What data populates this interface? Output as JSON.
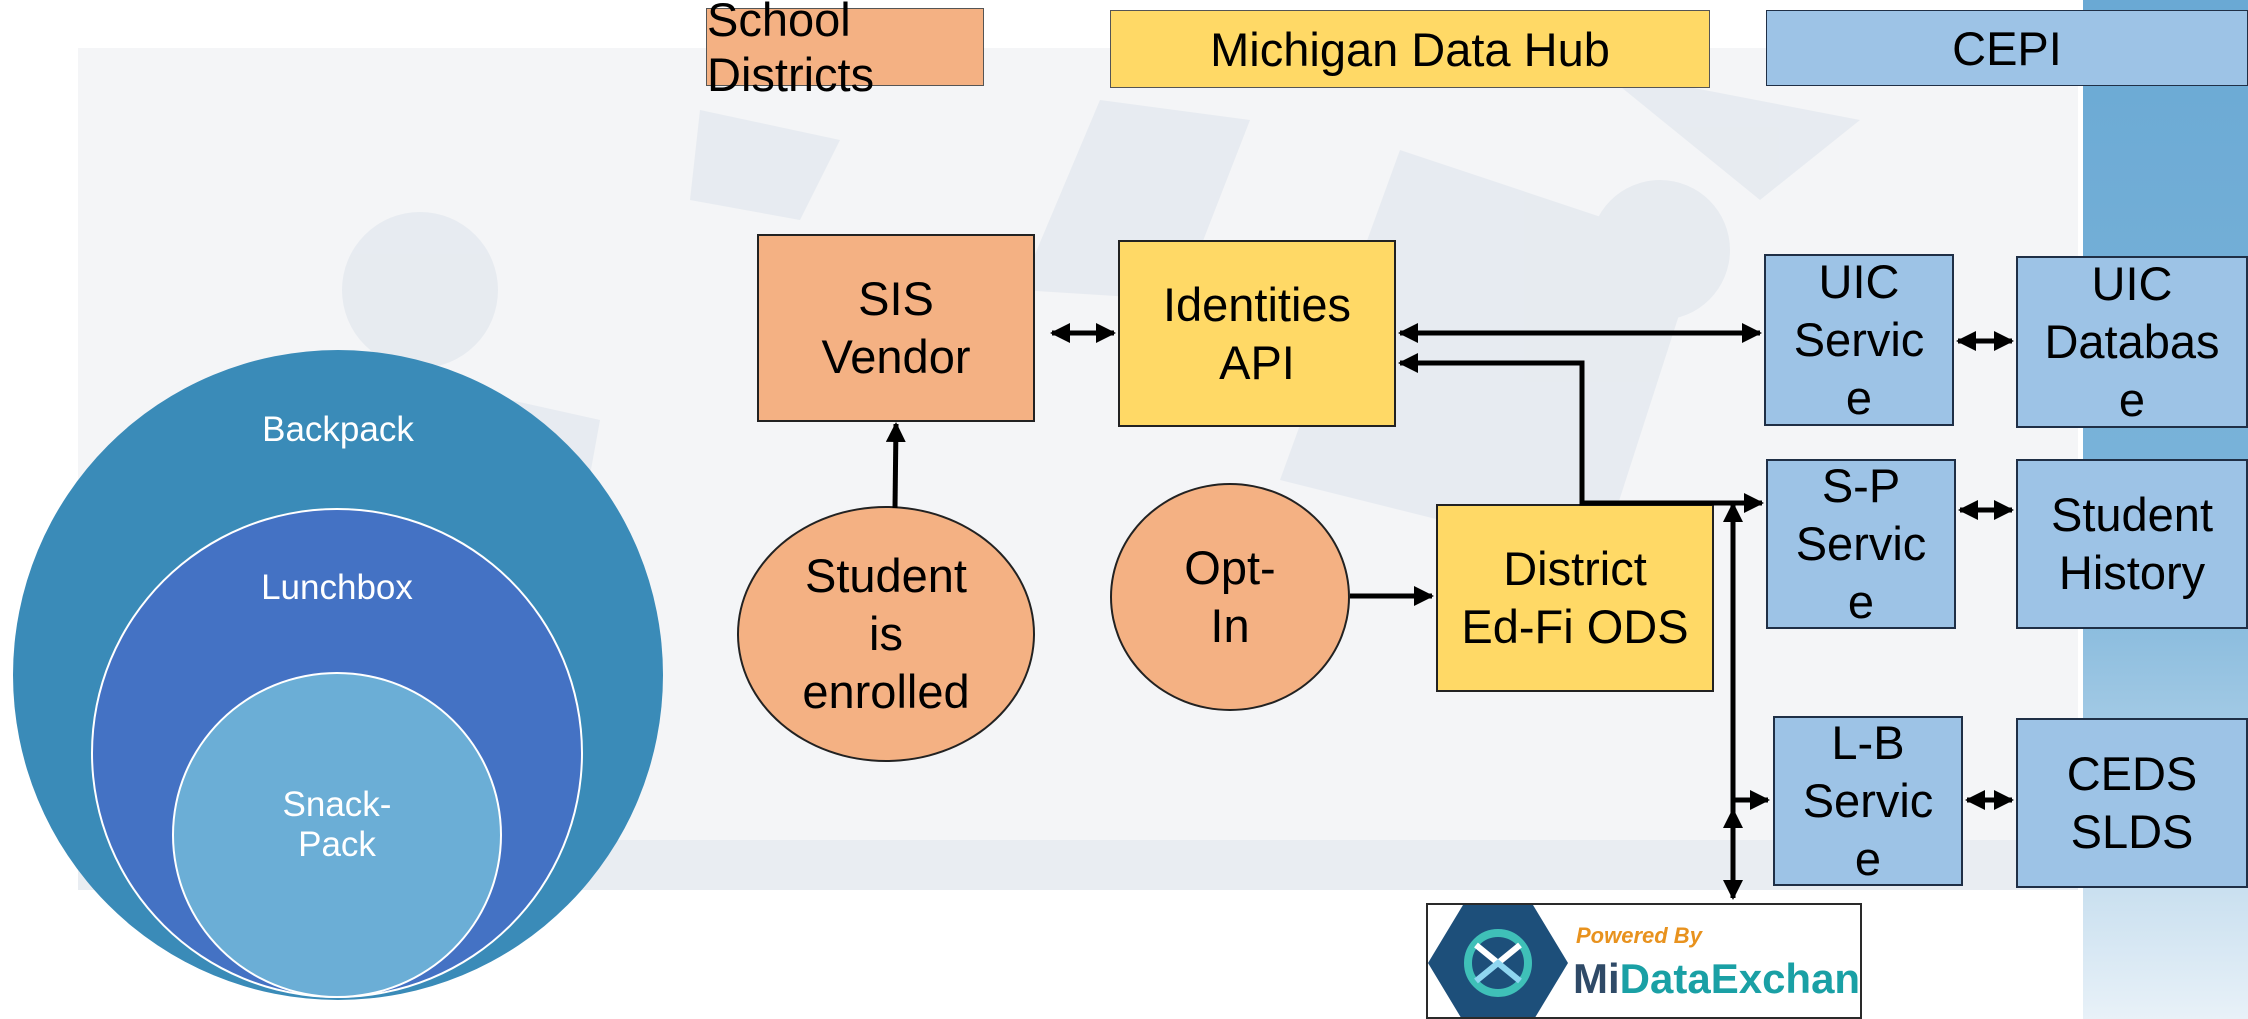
{
  "headers": {
    "school_districts": "School Districts",
    "data_hub": "Michigan Data Hub",
    "cepi": "CEPI"
  },
  "circles": {
    "backpack": "Backpack",
    "lunchbox": "Lunchbox",
    "snackpack": "Snack-\nPack"
  },
  "nodes": {
    "sis_vendor": "SIS\nVendor",
    "identities_api": "Identities\nAPI",
    "student_enrolled": "Student\nis\nenrolled",
    "opt_in": "Opt-\nIn",
    "district_ods": "District\nEd-Fi ODS",
    "uic_service": "UIC\nServic\ne",
    "uic_database": "UIC\nDatabas\ne",
    "sp_service": "S-P\nServic\ne",
    "student_history": "Student\nHistory",
    "lb_service": "L-B\nServic\ne",
    "ceds_slds": "CEDS\nSLDS"
  },
  "logo": {
    "powered_by": "Powered By",
    "name_part1": "Mi",
    "name_part2": "DataExchange"
  },
  "colors": {
    "orange": "#f4b183",
    "yellow": "#ffd966",
    "blue": "#9dc3e6",
    "backpack": "#3a8bb8",
    "lunchbox": "#4472c4",
    "snackpack": "#6baed6"
  }
}
